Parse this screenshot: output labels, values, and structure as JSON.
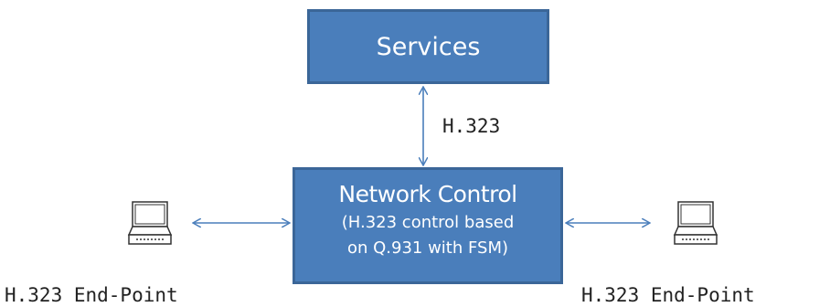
{
  "services": {
    "label": "Services"
  },
  "link": {
    "protocol_label": "H.323"
  },
  "network_control": {
    "title": "Network Control",
    "line1": "(H.323 control based",
    "line2": "on Q.931 with FSM)"
  },
  "endpoints": [
    {
      "label": "H.323 End-Point",
      "icon": "computer-icon"
    },
    {
      "label": "H.323 End-Point",
      "icon": "computer-icon"
    }
  ],
  "colors": {
    "box_fill": "#4a7ebb",
    "box_border": "#3b6698",
    "arrow": "#4a7ebb"
  }
}
